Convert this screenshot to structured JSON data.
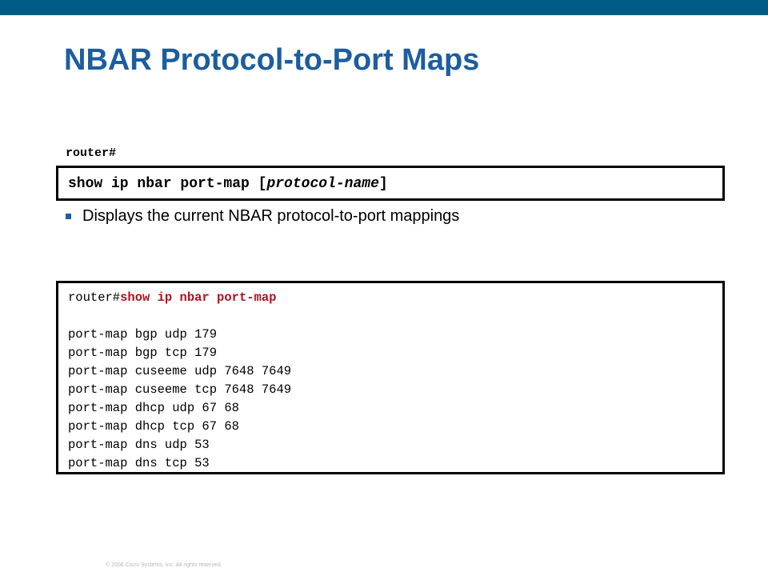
{
  "slide": {
    "title": "NBAR Protocol-to-Port Maps",
    "accent_color": "#1c5e9e",
    "band_color": "#005c87"
  },
  "syntax": {
    "prompt": "router#",
    "command": "show ip nbar port-map [",
    "argument": "protocol-name",
    "closing": "]"
  },
  "bullets": [
    "Displays the current NBAR protocol-to-port mappings"
  ],
  "output": {
    "prompt": "router#",
    "command": "show ip nbar port-map",
    "lines": [
      "port-map bgp udp 179",
      "port-map bgp tcp 179",
      "port-map cuseeme udp 7648 7649",
      "port-map cuseeme tcp 7648 7649",
      "port-map dhcp udp 67 68",
      "port-map dhcp tcp 67 68",
      "port-map dns udp 53",
      "port-map dns tcp 53"
    ]
  },
  "footer": {
    "copyright": "© 2006 Cisco Systems, Inc. All rights reserved."
  }
}
